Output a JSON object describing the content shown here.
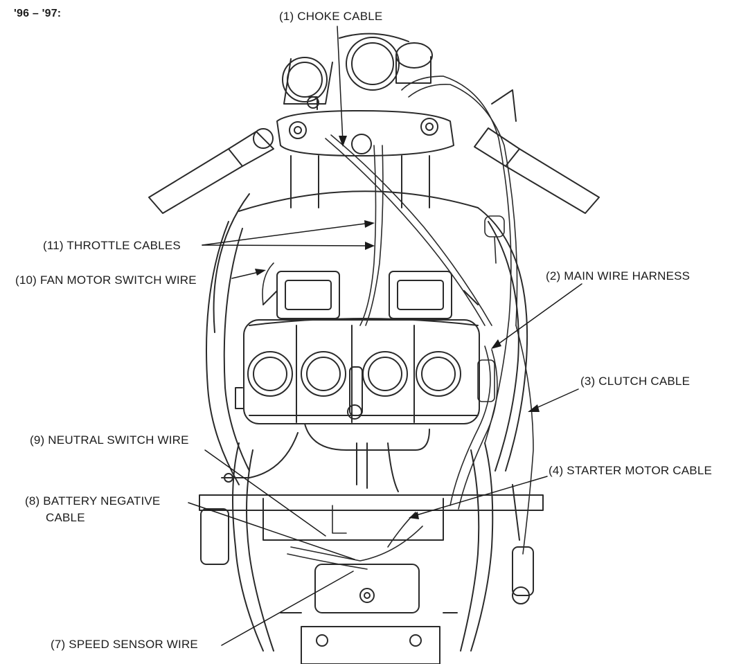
{
  "model_years": "'96 – '97:",
  "callouts": {
    "choke_cable": "(1) CHOKE CABLE",
    "main_wire_harness": "(2) MAIN WIRE HARNESS",
    "clutch_cable": "(3) CLUTCH CABLE",
    "starter_motor_cable": "(4) STARTER MOTOR CABLE",
    "speed_sensor_wire": "(7) SPEED SENSOR WIRE",
    "battery_negative_cable_line1": "(8) BATTERY NEGATIVE",
    "battery_negative_cable_line2": "CABLE",
    "neutral_switch_wire": "(9) NEUTRAL SWITCH WIRE",
    "fan_motor_switch_wire": "(10) FAN MOTOR SWITCH WIRE",
    "throttle_cables": "(11) THROTTLE CABLES"
  }
}
